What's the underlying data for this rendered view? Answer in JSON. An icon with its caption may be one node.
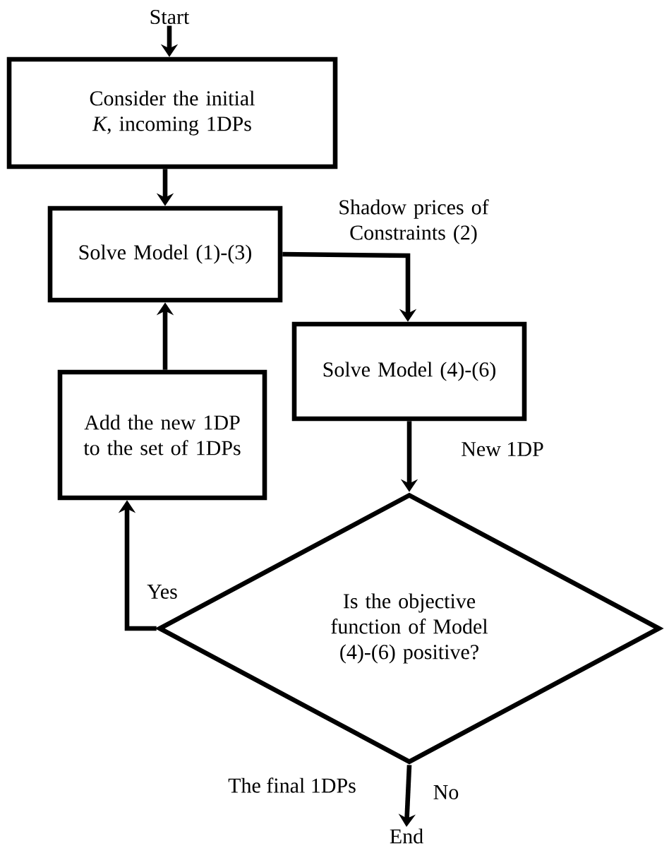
{
  "diagram": {
    "nodes": [
      {
        "text": [
          "Start"
        ]
      },
      {
        "text": [
          "Consider the initial *K*, incoming 1DPs"
        ]
      },
      {
        "text": [
          "Solve Model (1)-(3)"
        ]
      },
      {
        "text": [
          "Solve Model (4)-(6)"
        ]
      },
      {
        "text": [
          "Add the new 1DP to the set of 1DPs"
        ]
      },
      {
        "text": [
          "Is the objective function of Model (4)-(6) positive?"
        ]
      },
      {
        "text": [
          "End"
        ]
      }
    ],
    "edges": [
      {
        "from": 0,
        "to": 1,
        "arrow": "to"
      },
      {
        "from": 1,
        "to": 2,
        "arrow": "to"
      },
      {
        "from": 2,
        "to": 3,
        "arrow": "to",
        "label": "Shadow prices of Constraints (2)"
      },
      {
        "from": 3,
        "to": 5,
        "arrow": "to",
        "label": "New 1DP"
      },
      {
        "from": 5,
        "to": 4,
        "arrow": "to",
        "label": "Yes"
      },
      {
        "from": 4,
        "to": 2,
        "arrow": "to"
      },
      {
        "from": 5,
        "to": 6,
        "arrow": "to",
        "label": "No"
      }
    ],
    "labels": [
      "The final 1DPs"
    ]
  }
}
